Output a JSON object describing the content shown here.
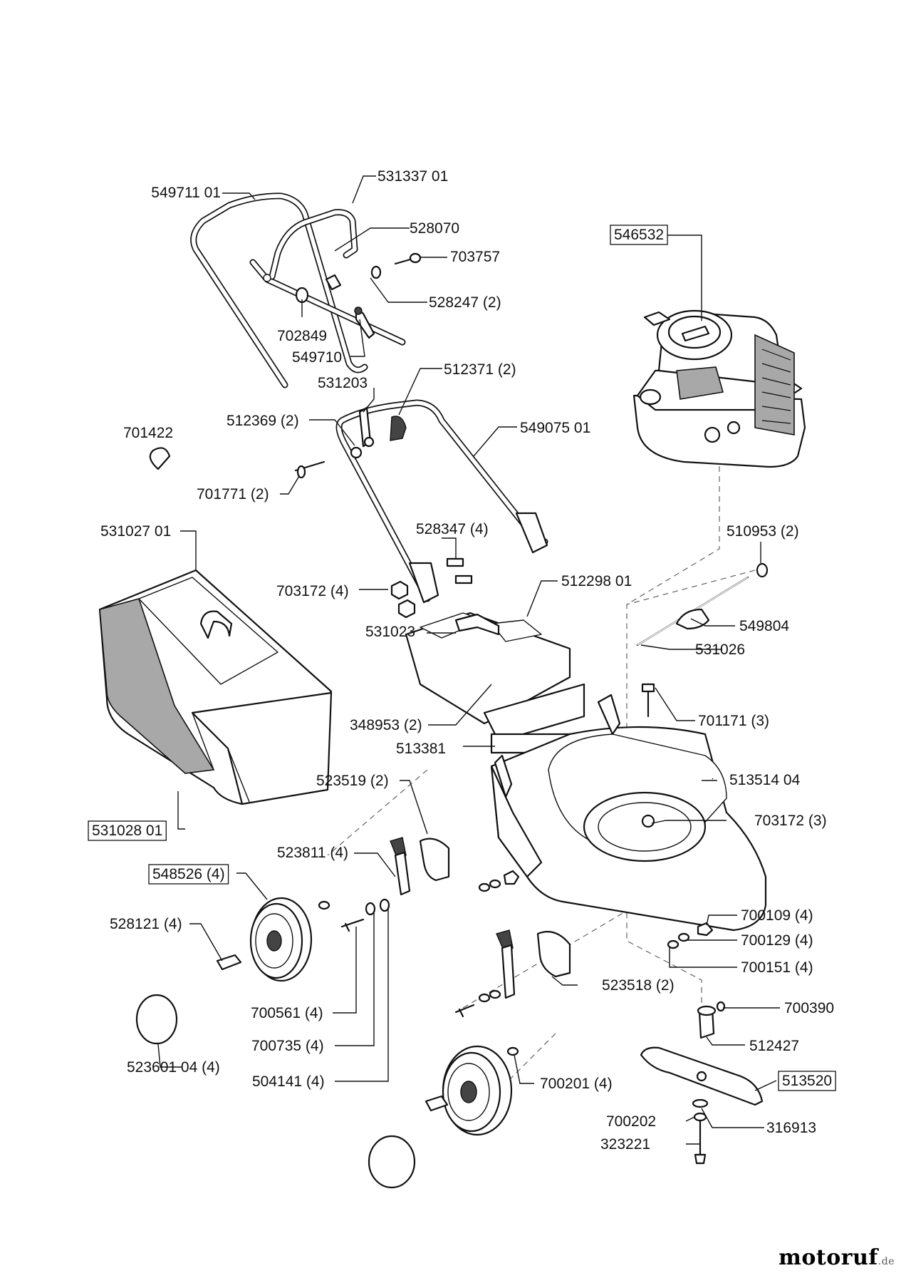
{
  "parts": [
    {
      "id": "p549711",
      "text": "549711 01",
      "boxed": false
    },
    {
      "id": "p531337",
      "text": "531337 01",
      "boxed": false
    },
    {
      "id": "p528070",
      "text": "528070",
      "boxed": false
    },
    {
      "id": "p703757",
      "text": "703757",
      "boxed": false
    },
    {
      "id": "p528247",
      "text": "528247 (2)",
      "boxed": false
    },
    {
      "id": "p702849",
      "text": "702849",
      "boxed": false
    },
    {
      "id": "p549710",
      "text": "549710",
      "boxed": false
    },
    {
      "id": "p546532",
      "text": "546532",
      "boxed": true
    },
    {
      "id": "p531203",
      "text": "531203",
      "boxed": false
    },
    {
      "id": "p512371",
      "text": "512371 (2)",
      "boxed": false
    },
    {
      "id": "p512369",
      "text": "512369 (2)",
      "boxed": false
    },
    {
      "id": "p701422",
      "text": "701422",
      "boxed": false
    },
    {
      "id": "p549075",
      "text": "549075 01",
      "boxed": false
    },
    {
      "id": "p701771",
      "text": "701771 (2)",
      "boxed": false
    },
    {
      "id": "p531027",
      "text": "531027 01",
      "boxed": false
    },
    {
      "id": "p528347",
      "text": "528347 (4)",
      "boxed": false
    },
    {
      "id": "p510953",
      "text": "510953 (2)",
      "boxed": false
    },
    {
      "id": "p703172a",
      "text": "703172 (4)",
      "boxed": false
    },
    {
      "id": "p512298",
      "text": "512298 01",
      "boxed": false
    },
    {
      "id": "p531023",
      "text": "531023",
      "boxed": false
    },
    {
      "id": "p549804",
      "text": "549804",
      "boxed": false
    },
    {
      "id": "p531026",
      "text": "531026",
      "boxed": false
    },
    {
      "id": "p348953",
      "text": "348953 (2)",
      "boxed": false
    },
    {
      "id": "p701171",
      "text": "701171 (3)",
      "boxed": false
    },
    {
      "id": "p513381",
      "text": "513381",
      "boxed": false
    },
    {
      "id": "p513514",
      "text": "513514 04",
      "boxed": false
    },
    {
      "id": "p523519",
      "text": "523519 (2)",
      "boxed": false
    },
    {
      "id": "p703172b",
      "text": "703172 (3)",
      "boxed": false
    },
    {
      "id": "p531028",
      "text": "531028 01",
      "boxed": true
    },
    {
      "id": "p523811",
      "text": "523811 (4)",
      "boxed": false
    },
    {
      "id": "p548526",
      "text": "548526 (4)",
      "boxed": true
    },
    {
      "id": "p700109",
      "text": "700109 (4)",
      "boxed": false
    },
    {
      "id": "p528121",
      "text": "528121 (4)",
      "boxed": false
    },
    {
      "id": "p700129",
      "text": "700129 (4)",
      "boxed": false
    },
    {
      "id": "p700151",
      "text": "700151 (4)",
      "boxed": false
    },
    {
      "id": "p523518",
      "text": "523518 (2)",
      "boxed": false
    },
    {
      "id": "p700561",
      "text": "700561 (4)",
      "boxed": false
    },
    {
      "id": "p700390",
      "text": "700390",
      "boxed": false
    },
    {
      "id": "p700735",
      "text": "700735 (4)",
      "boxed": false
    },
    {
      "id": "p512427",
      "text": "512427",
      "boxed": false
    },
    {
      "id": "p523601",
      "text": "523601 04 (4)",
      "boxed": false
    },
    {
      "id": "p504141",
      "text": "504141 (4)",
      "boxed": false
    },
    {
      "id": "p700201",
      "text": "700201 (4)",
      "boxed": false
    },
    {
      "id": "p513520",
      "text": "513520",
      "boxed": true
    },
    {
      "id": "p700202",
      "text": "700202",
      "boxed": false
    },
    {
      "id": "p316913",
      "text": "316913",
      "boxed": false
    },
    {
      "id": "p323221",
      "text": "323221",
      "boxed": false
    }
  ],
  "watermark": {
    "brand": "motoruf",
    "tld": ".de"
  }
}
